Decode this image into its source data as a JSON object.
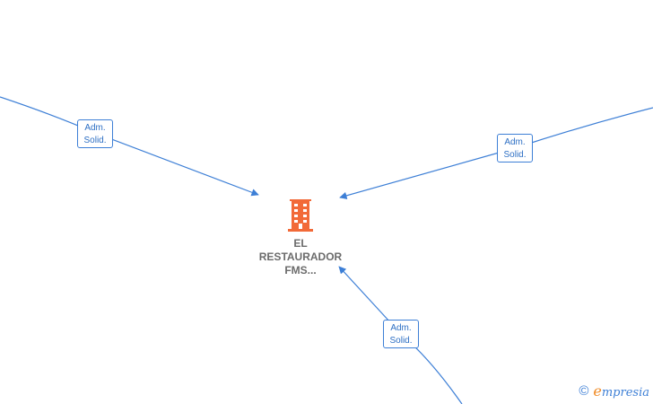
{
  "company": {
    "name": "EL\nRESTAURADOR\nFMS...",
    "icon": "building-icon",
    "icon_color": "#f26a38"
  },
  "relations": [
    {
      "line1": "Adm.",
      "line2": "Solid."
    },
    {
      "line1": "Adm.",
      "line2": "Solid."
    },
    {
      "line1": "Adm.",
      "line2": "Solid."
    }
  ],
  "edge_color": "#3d7fd6",
  "footer": {
    "copyright": "©",
    "brand_first_letter": "e",
    "brand_rest": "mpresia",
    "brand_e_color": "#f08a24"
  }
}
